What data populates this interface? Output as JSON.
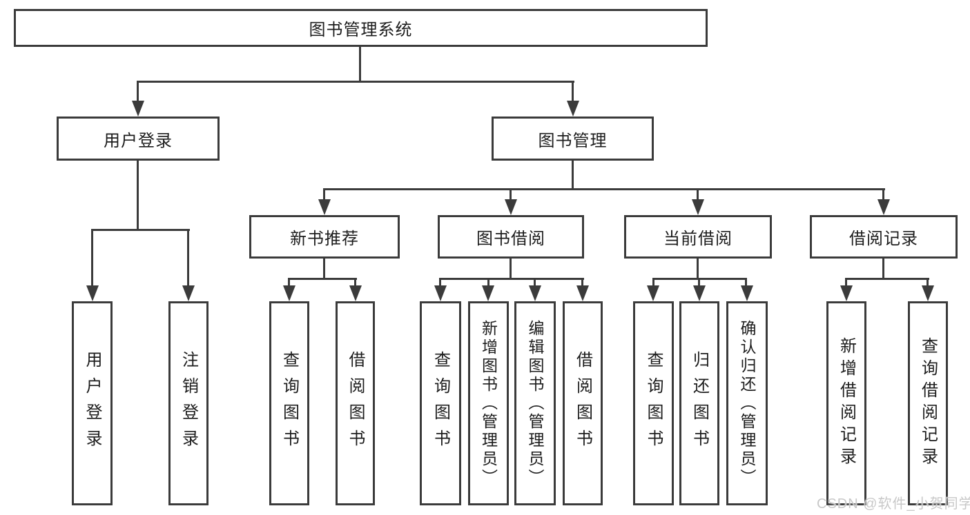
{
  "diagram_type": "hierarchy-tree",
  "tree": {
    "label": "图书管理系统",
    "children": [
      {
        "label": "用户登录",
        "children": [
          {
            "label": "用户登录"
          },
          {
            "label": "注销登录"
          }
        ]
      },
      {
        "label": "图书管理",
        "children": [
          {
            "label": "新书推荐",
            "children": [
              {
                "label": "查询图书"
              },
              {
                "label": "借阅图书"
              }
            ]
          },
          {
            "label": "图书借阅",
            "children": [
              {
                "label": "查询图书"
              },
              {
                "label": "新增图书（管理员）"
              },
              {
                "label": "编辑图书（管理员）"
              },
              {
                "label": "借阅图书"
              }
            ]
          },
          {
            "label": "当前借阅",
            "children": [
              {
                "label": "查询图书"
              },
              {
                "label": "归还图书"
              },
              {
                "label": "确认归还（管理员）"
              }
            ]
          },
          {
            "label": "借阅记录",
            "children": [
              {
                "label": "新增借阅记录"
              },
              {
                "label": "查询借阅记录"
              }
            ]
          }
        ]
      }
    ]
  },
  "watermark": {
    "text": "CSDN @软件_小贺同学"
  },
  "colors": {
    "background": "#ffffff",
    "box_border": "#3b3b3b",
    "connector_line": "#3b3b3b",
    "label_text": "#1c1c1c",
    "watermark_text": "#c8c8c8"
  }
}
